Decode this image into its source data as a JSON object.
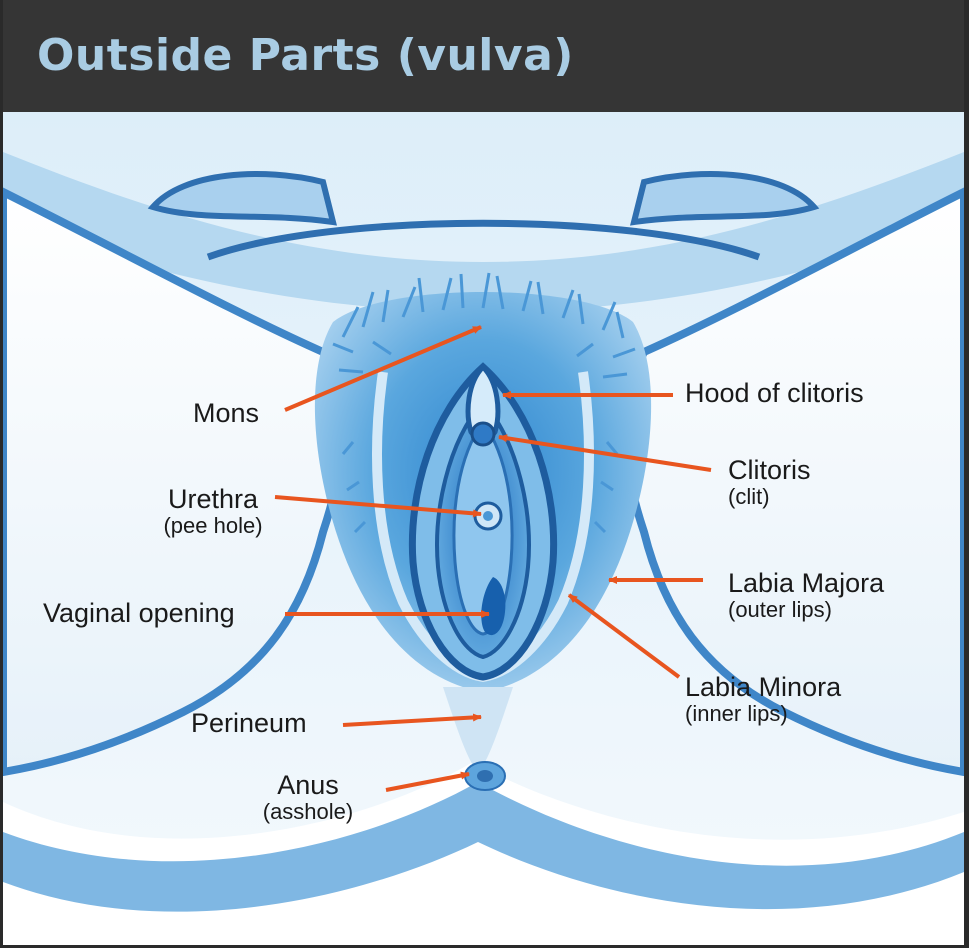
{
  "title": "Outside Parts (vulva)",
  "colors": {
    "header": "#353535",
    "title_text": "#a9cce3",
    "arrow": "#e8551f",
    "skin_light": "#eaf4fb",
    "skin_blue": "#5aa2d8",
    "outline": "#2f6fb0"
  },
  "labels": {
    "mons": "Mons",
    "hood": "Hood of clitoris",
    "clitoris": "Clitoris",
    "clitoris_sub": "(clit)",
    "urethra": "Urethra",
    "urethra_sub": "(pee hole)",
    "labia_majora": "Labia Majora",
    "labia_majora_sub": "(outer lips)",
    "vaginal_opening": "Vaginal opening",
    "labia_minora": "Labia Minora",
    "labia_minora_sub": "(inner lips)",
    "perineum": "Perineum",
    "anus": "Anus",
    "anus_sub": "(asshole)"
  }
}
